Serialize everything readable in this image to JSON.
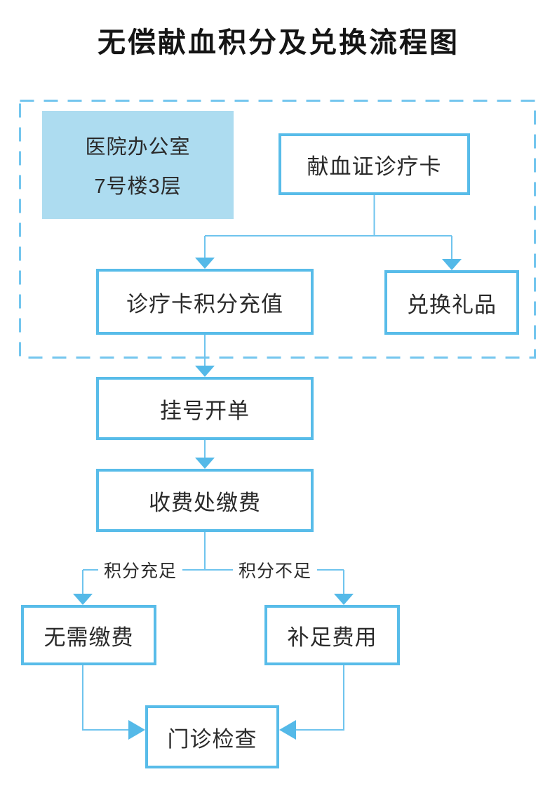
{
  "title": "无偿献血积分及兑换流程图",
  "colors": {
    "accent": "#58bce9",
    "box_fill": "#addcf0",
    "line": "#6fc4ee",
    "arrow": "#54b9e8",
    "dash": "#74c6ee",
    "text": "#2a2a2a",
    "background": "#ffffff"
  },
  "flowchart": {
    "location": {
      "line1": "医院办公室",
      "line2": "7号楼3层"
    },
    "nodes": {
      "donation_card": "献血证诊疗卡",
      "recharge": "诊疗卡积分充值",
      "gift": "兑换礼品",
      "register": "挂号开单",
      "pay": "收费处缴费",
      "no_pay": "无需缴费",
      "top_up": "补足费用",
      "exam": "门诊检查"
    },
    "branch_labels": {
      "sufficient": "积分充足",
      "insufficient": "积分不足"
    }
  }
}
